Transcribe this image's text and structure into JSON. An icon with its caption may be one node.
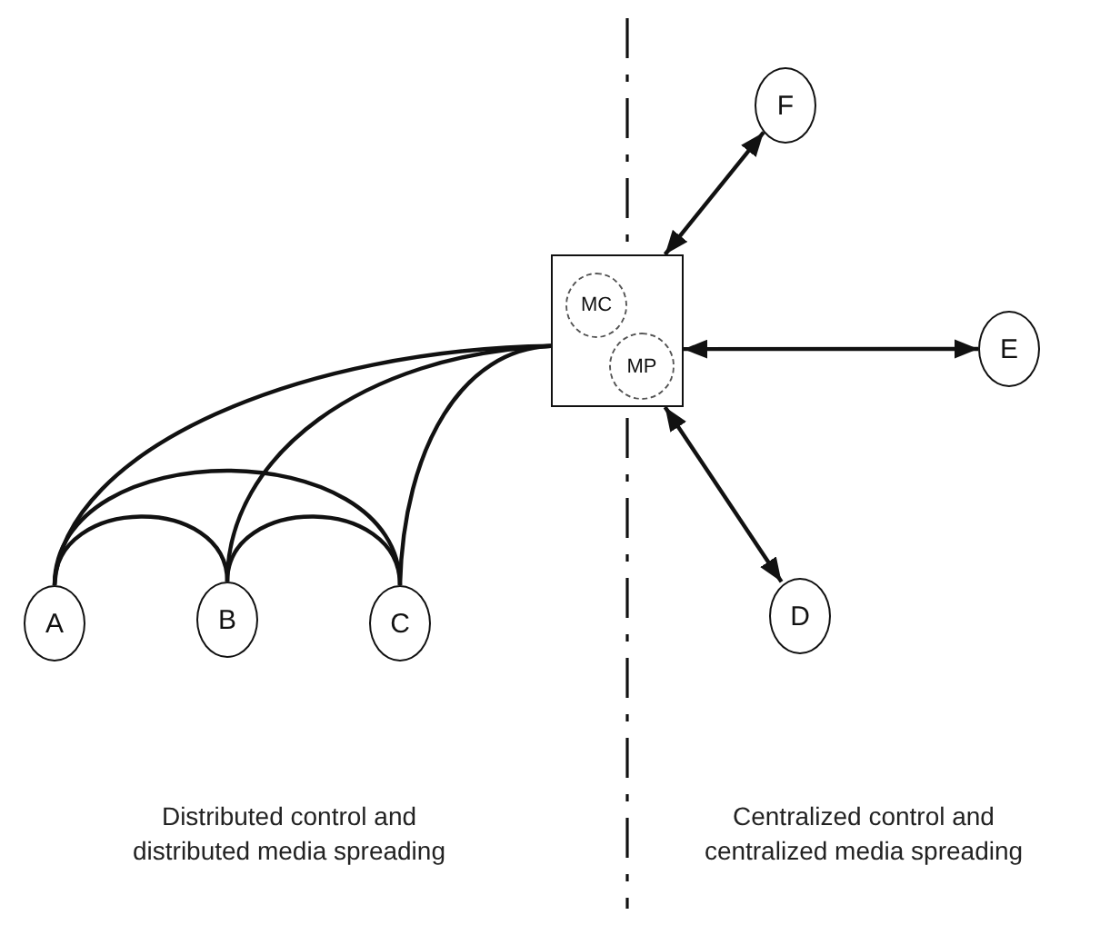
{
  "diagram": {
    "nodes": [
      {
        "text": [
          "F"
        ]
      },
      {
        "text": [],
        "shape": "box"
      },
      {
        "text": [
          "MC"
        ],
        "in": 1
      },
      {
        "text": [
          "MP"
        ],
        "in": 1
      },
      {
        "text": [
          "E"
        ]
      },
      {
        "text": [
          "D"
        ]
      },
      {
        "text": [
          "A"
        ]
      },
      {
        "text": [
          "B"
        ]
      },
      {
        "text": [
          "C"
        ]
      }
    ],
    "edges": [
      {
        "from": 1,
        "to": 0,
        "arrow": "both"
      },
      {
        "from": 1,
        "to": 4,
        "arrow": "both"
      },
      {
        "from": 1,
        "to": 5,
        "arrow": "both"
      },
      {
        "from": 6,
        "to": 7,
        "arrow": "none"
      },
      {
        "from": 7,
        "to": 8,
        "arrow": "none"
      },
      {
        "from": 6,
        "to": 8,
        "arrow": "none"
      },
      {
        "from": 6,
        "to": 1,
        "arrow": "none"
      },
      {
        "from": 7,
        "to": 1,
        "arrow": "none"
      },
      {
        "from": 8,
        "to": 1,
        "arrow": "none"
      }
    ],
    "labels": [
      "Distributed control and distributed media spreading",
      "Centralized control and centralized media spreading"
    ]
  }
}
